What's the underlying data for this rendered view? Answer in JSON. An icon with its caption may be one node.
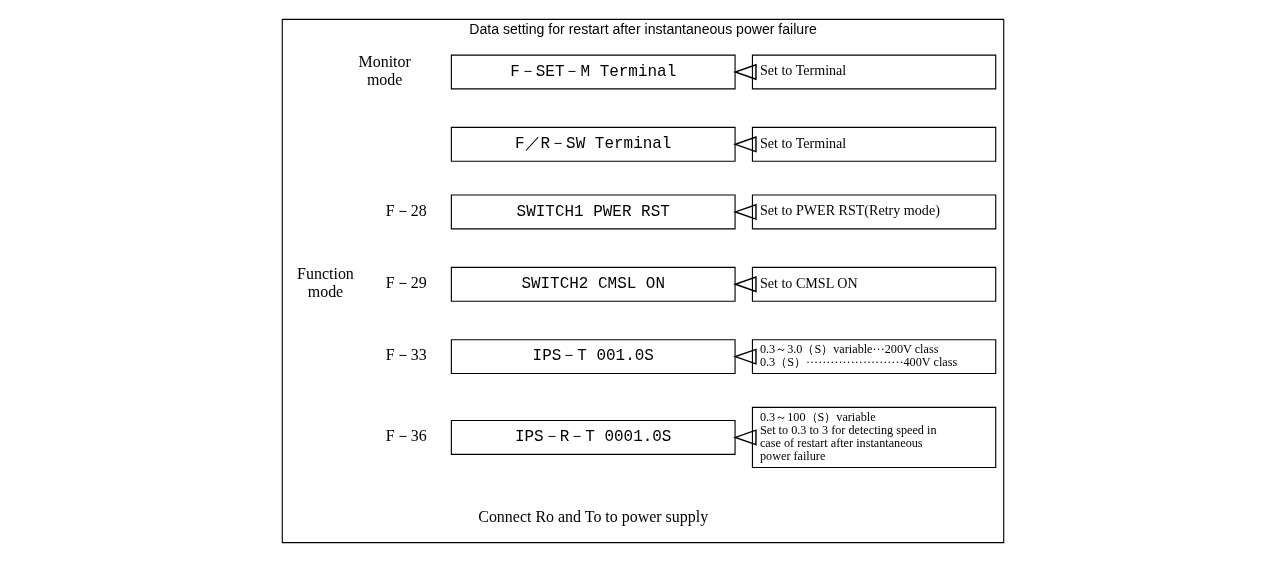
{
  "diagram": {
    "nodes": [
      {
        "text": [
          "Data setting for restart after instantaneous power failure"
        ]
      },
      {
        "text": [
          "F－SET－M Terminal"
        ],
        "in": 0
      },
      {
        "text": [
          "F／R－SW Terminal"
        ],
        "in": 0
      },
      {
        "text": [
          "SWITCH1 PWER RST"
        ],
        "in": 0
      },
      {
        "text": [
          "SWITCH2 CMSL ON"
        ],
        "in": 0
      },
      {
        "text": [
          "IPS－T 001.0S"
        ],
        "in": 0
      },
      {
        "text": [
          "IPS－R－T 0001.0S"
        ],
        "in": 0
      },
      {
        "text": [
          "Set to Terminal"
        ],
        "in": 0
      },
      {
        "text": [
          "Set to Terminal"
        ],
        "in": 0
      },
      {
        "text": [
          "Set to PWER RST(Retry mode)"
        ],
        "in": 0
      },
      {
        "text": [
          "Set to CMSL ON"
        ],
        "in": 0
      },
      {
        "text": [
          "0.3～3.0（S）variable···200V class",
          "0.3（S）························400V class"
        ],
        "in": 0
      },
      {
        "text": [
          "0.3～100（S）variable",
          "Set to 0.3 to 3 for detecting speed in case of restart after instantaneous power failure"
        ],
        "in": 0
      }
    ],
    "edges": [
      {
        "from": 7,
        "to": 1,
        "arrow": "to"
      },
      {
        "from": 8,
        "to": 2,
        "arrow": "to"
      },
      {
        "from": 9,
        "to": 3,
        "arrow": "to"
      },
      {
        "from": 10,
        "to": 4,
        "arrow": "to"
      },
      {
        "from": 11,
        "to": 5,
        "arrow": "to"
      },
      {
        "from": 12,
        "to": 6,
        "arrow": "to"
      }
    ],
    "labels": [
      "Monitor mode",
      "F－28",
      "Function mode",
      "F－29",
      "F－33",
      "F－36",
      "Connect Ro and To to power supply"
    ]
  }
}
